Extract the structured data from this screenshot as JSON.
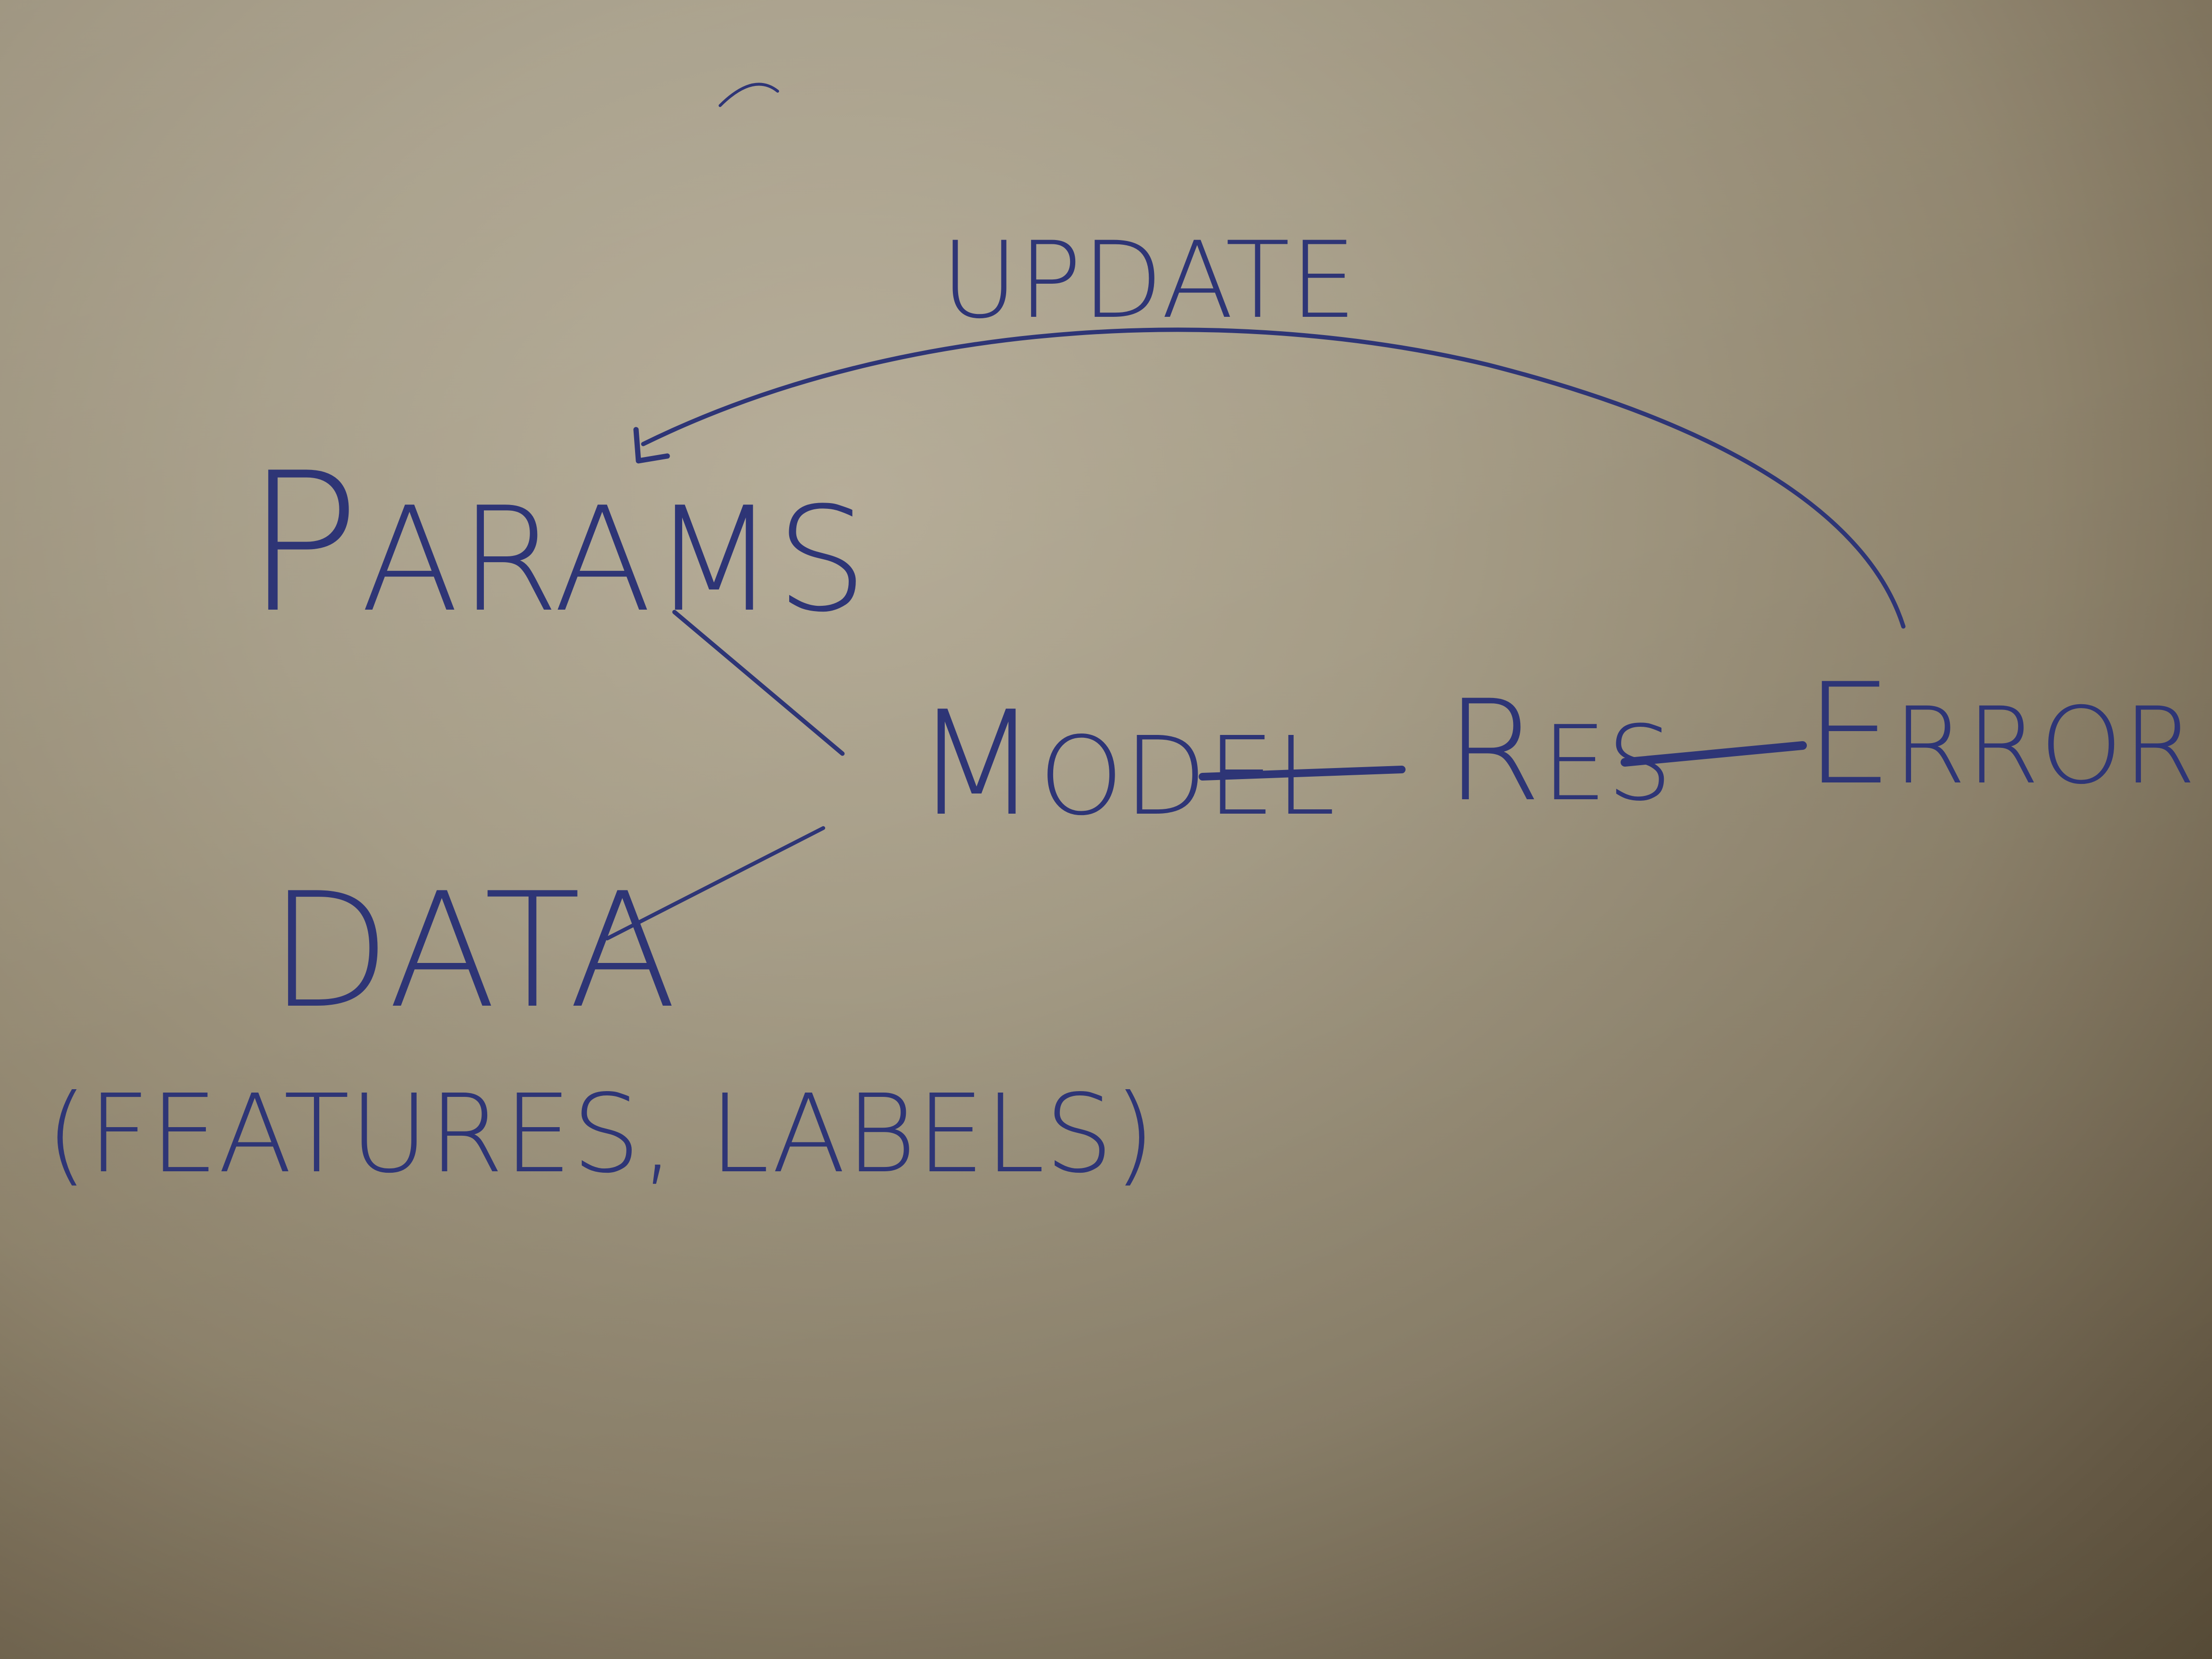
{
  "diagram": {
    "nodes": {
      "params": {
        "first": "P",
        "rest": "ARAMS"
      },
      "model": {
        "first": "M",
        "rest": "ODEL"
      },
      "res": {
        "first": "R",
        "rest": "ES"
      },
      "error": {
        "first": "E",
        "rest": "RROR"
      },
      "data": {
        "label": "DATA"
      },
      "data_detail": {
        "label": "(FEATURES, LABELS)"
      }
    },
    "edges": [
      {
        "from": "params",
        "to": "model"
      },
      {
        "from": "data",
        "to": "model"
      },
      {
        "from": "model",
        "to": "res"
      },
      {
        "from": "res",
        "to": "error"
      },
      {
        "from": "error",
        "to": "params",
        "label": "UPDATE",
        "arrow": true
      }
    ],
    "update_label": "UPDATE",
    "ink_color": "#2e3576",
    "paper_color": "#a59c86"
  }
}
